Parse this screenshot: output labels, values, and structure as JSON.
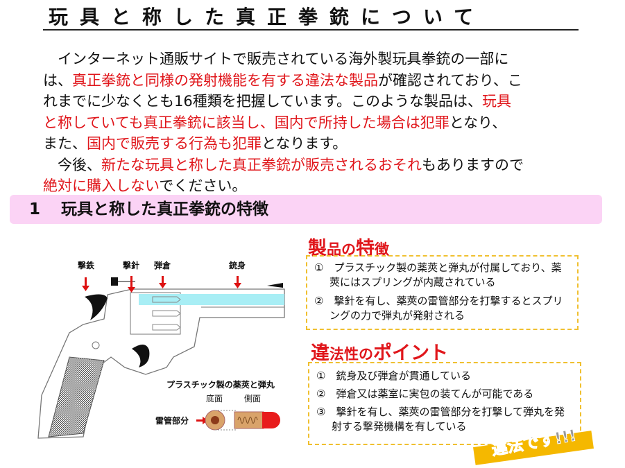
{
  "title": "玩具と称した真正拳銃について",
  "paragraph_lines": [
    [
      {
        "t": "　インターネット通販サイトで販売されている海外製玩具拳銃の一部に",
        "red": false
      }
    ],
    [
      {
        "t": "は、",
        "red": false
      },
      {
        "t": "真正拳銃と同様の発射機能を有する違法な製品",
        "red": true
      },
      {
        "t": "が確認されており、こ",
        "red": false
      }
    ],
    [
      {
        "t": "れまでに少なくとも16種類を把握しています。このような製品は、",
        "red": false
      },
      {
        "t": "玩具",
        "red": true
      }
    ],
    [
      {
        "t": "と称していても真正拳銃に該当し、国内で所持した場合は犯罪",
        "red": true
      },
      {
        "t": "となり、",
        "red": false
      }
    ],
    [
      {
        "t": "また、",
        "red": false
      },
      {
        "t": "国内で販売する行為も犯罪",
        "red": true
      },
      {
        "t": "となります。",
        "red": false
      }
    ],
    [
      {
        "t": "　今後、",
        "red": false
      },
      {
        "t": "新たな玩具と称した真正拳銃が販売されるおそれ",
        "red": true
      },
      {
        "t": "もありますので",
        "red": false
      }
    ],
    [
      {
        "t": "絶対に購入しない",
        "red": true
      },
      {
        "t": "でください。",
        "red": false
      }
    ]
  ],
  "section": {
    "number": "1",
    "title": "玩具と称した真正拳銃の特徴"
  },
  "diagram": {
    "labels": {
      "hammer": "撃鉄",
      "firing_pin": "撃針",
      "cylinder": "弾倉",
      "barrel": "銃身"
    },
    "cartridge_caption": "プラスチック製の薬莢と弾丸",
    "bottom_view": "底面",
    "side_view": "側面",
    "primer": "雷管部分"
  },
  "features": {
    "heading_a": "製",
    "heading_b": "品の",
    "heading_c": "特",
    "heading_d": "徴",
    "items": [
      "①　プラスチック製の薬莢と弾丸が付属しており、薬莢にはスプリングが内蔵されている",
      "②　撃針を有し、薬莢の雷管部分を打撃するとスプリングの力で弾丸が発射される"
    ]
  },
  "illegality": {
    "heading_a": "違",
    "heading_b": "法性の",
    "heading_c": "ポイント",
    "items": [
      "①　銃身及び弾倉が貫通している",
      "②　弾倉又は薬室に実包の装てんが可能である",
      "③　撃針を有し、薬莢の雷管部分を打撃して弾丸を発射する撃発機構を有している"
    ]
  },
  "stamp": "違法です!!!",
  "colors": {
    "red": "#e0161b",
    "pink": "#fbd3f5",
    "gold": "#f0c030",
    "barrel_cyan": "#a8eef5"
  }
}
